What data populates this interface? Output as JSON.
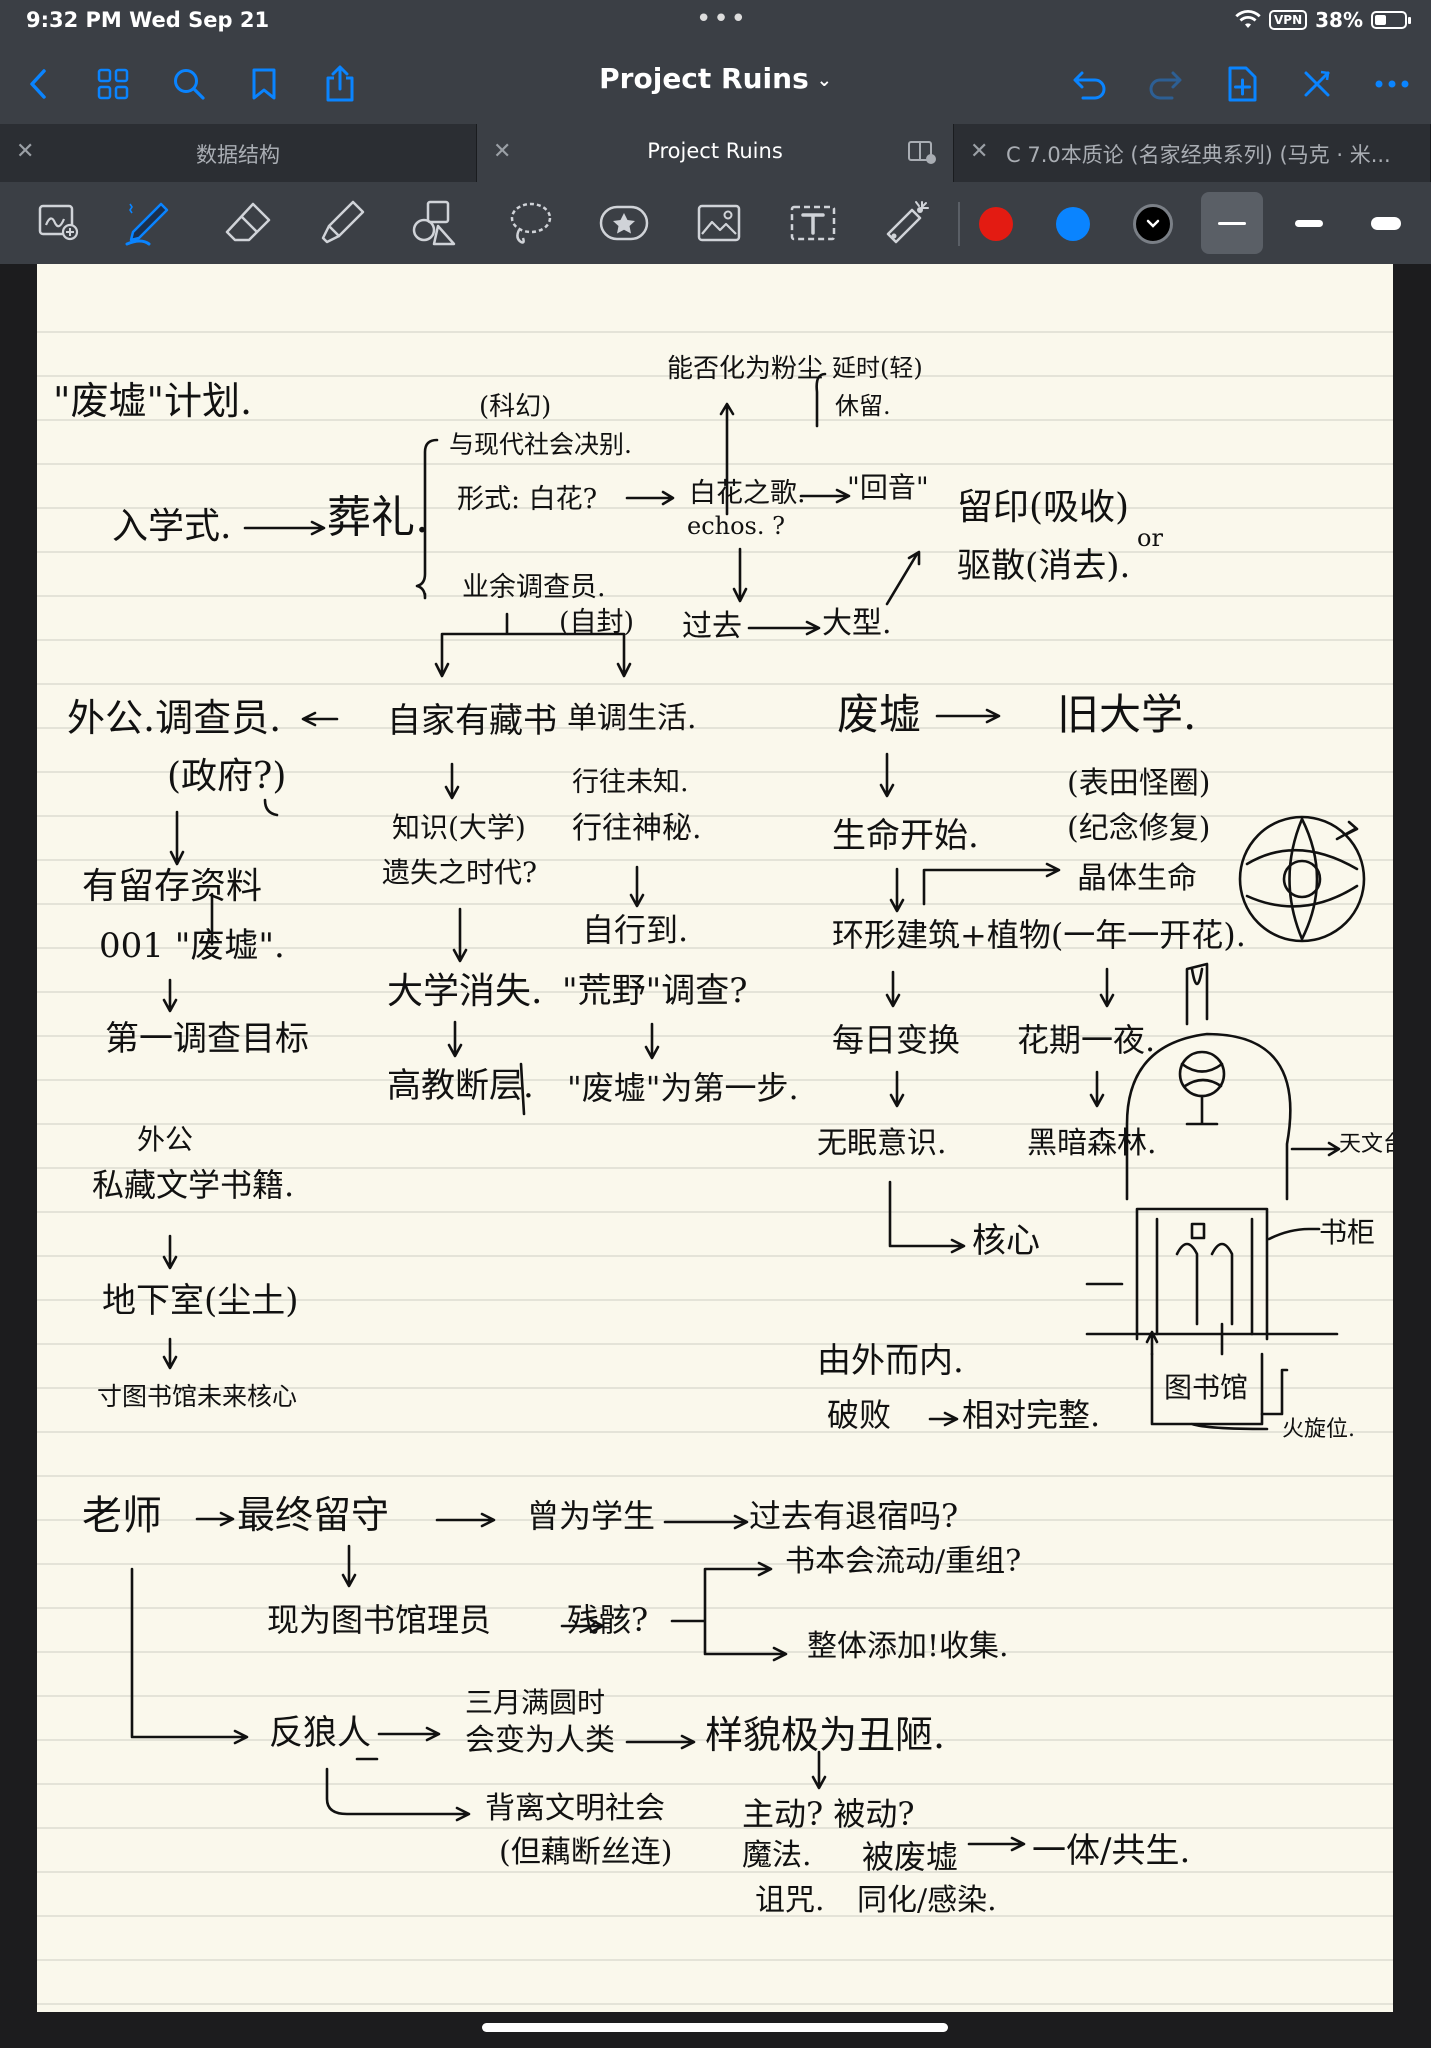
{
  "status_bar": {
    "time": "9:32 PM   Wed Sep 21",
    "vpn": "VPN",
    "battery": "38%",
    "battery_level": 0.38
  },
  "nav": {
    "title": "Project Ruins"
  },
  "tabs": [
    {
      "label": "数据结构"
    },
    {
      "label": "Project Ruins"
    },
    {
      "label": "C 7.0本质论 (名家经典系列) (马克 · 米..."
    }
  ],
  "colors": {
    "red": "#e31b12",
    "blue": "#0a84ff",
    "black": "#000000",
    "chrome": "#3b3f45",
    "paper": "#faf8ec"
  },
  "notes": {
    "title": "\"废墟\"计划.",
    "enroll": "入学式.",
    "funeral": "葬礼.",
    "scifi": "(科幻)",
    "contrast": "与现代社会决别.",
    "form": "形式: 白花?",
    "whiteflower": "白花之歌.",
    "echoes": "echos. ?",
    "echo_cn": "\"回音\"",
    "powder": "能否化为粉尘",
    "delay": "延时(轻)",
    "rest": "休留.",
    "imprint": "留印(吸收)",
    "or": "or",
    "disperse": "驱散(消去).",
    "investigator": "业余调查员.",
    "selfseal": "(自封)",
    "past": "过去",
    "large": "大型.",
    "outsider": "外公.调查员.",
    "gov": "(政府?)",
    "archive": "有留存资料",
    "ruin001": "001 \"废墟\".",
    "target": "第一调查目标",
    "home_books": "自家有藏书",
    "solo": "单调生活.",
    "knowledge": "知识(大学)",
    "era": "遗失之时代?",
    "unknown": "行往未知.",
    "mystery": "行往神秘.",
    "selfwalk": "自行到.",
    "univ_gone": "大学消失.",
    "wild": "\"荒野\"调查?",
    "edu_break": "高教断层.",
    "first_step": "\"废墟\"为第一步.",
    "grandpa": "外公",
    "private": "私藏文学书籍.",
    "basement": "地下室(尘土)",
    "library_hint": "寸图书馆未来核心",
    "ruins": "废墟",
    "old_univ": "旧大学.",
    "garden": "(表田怪圈)",
    "gardenb": "(纪念修复)",
    "life": "生命开始.",
    "crystal": "晶体生命",
    "ring": "环形建筑+植物(一年一开花).",
    "daily": "每日变换",
    "bloom": "花期一夜.",
    "sleepless": "无眠意识.",
    "bright": "黑暗森林.",
    "core": "核心",
    "outward": "由外而内.",
    "broken": "破败",
    "intact": "相对完整.",
    "observatory": "天文台",
    "bookcase": "书柜",
    "library": "图书馆",
    "corridor": "火旋位.",
    "teacher": "老师",
    "keeper": "最终留守",
    "student": "曾为学生",
    "retire": "过去有退宿吗?",
    "librarian": "现为图书馆理员",
    "remains": "残骸?",
    "books_flow": "书本会流动/重组?",
    "collect": "整体添加!收集.",
    "werewolf": "反狼人",
    "full_moon": "三月满圆时",
    "become_human": "会变为人类",
    "looks": "样貌极为丑陋.",
    "betray": "背离文明社会",
    "bond": "(但藕断丝连)",
    "active": "主动? 被动?",
    "magic": "魔法.",
    "by_ruins": "被废墟",
    "one_body": "一体/共生.",
    "curse": "诅咒.",
    "assimilate": "同化/感染."
  }
}
